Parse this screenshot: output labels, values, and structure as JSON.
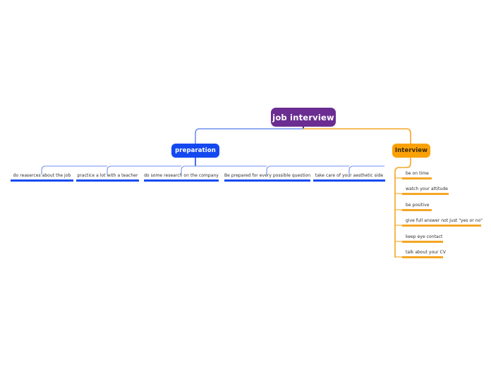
{
  "diagram": {
    "type": "mind-map",
    "title": "job interview",
    "colors": {
      "root": "#6b2d91",
      "preparation": "#1449f0",
      "interview": "#fba108",
      "preparation_connector": "#6f91ef",
      "interview_connector": "#f5a623",
      "leaf_text": "#2b2b2b",
      "background": "#ffffff"
    },
    "root": {
      "label": "job interview"
    },
    "branches": [
      {
        "id": "preparation",
        "label": "preparation",
        "side": "left",
        "accent": "#1449f0",
        "children": [
          {
            "label": "do reaserces about the job"
          },
          {
            "label": "practice a lot with a teacher"
          },
          {
            "label": "do some research on the company"
          },
          {
            "label": "Be prepared for every possible question"
          },
          {
            "label": "take care of your aesthetic side"
          }
        ]
      },
      {
        "id": "interview",
        "label": "Interview",
        "side": "right",
        "accent": "#fba108",
        "children": [
          {
            "label": "be on time"
          },
          {
            "label": "watch your attitude"
          },
          {
            "label": "be positive"
          },
          {
            "label": "give full answer not just \"yes or no\""
          },
          {
            "label": "keep eye contact"
          },
          {
            "label": "talk about your CV"
          }
        ]
      }
    ]
  }
}
